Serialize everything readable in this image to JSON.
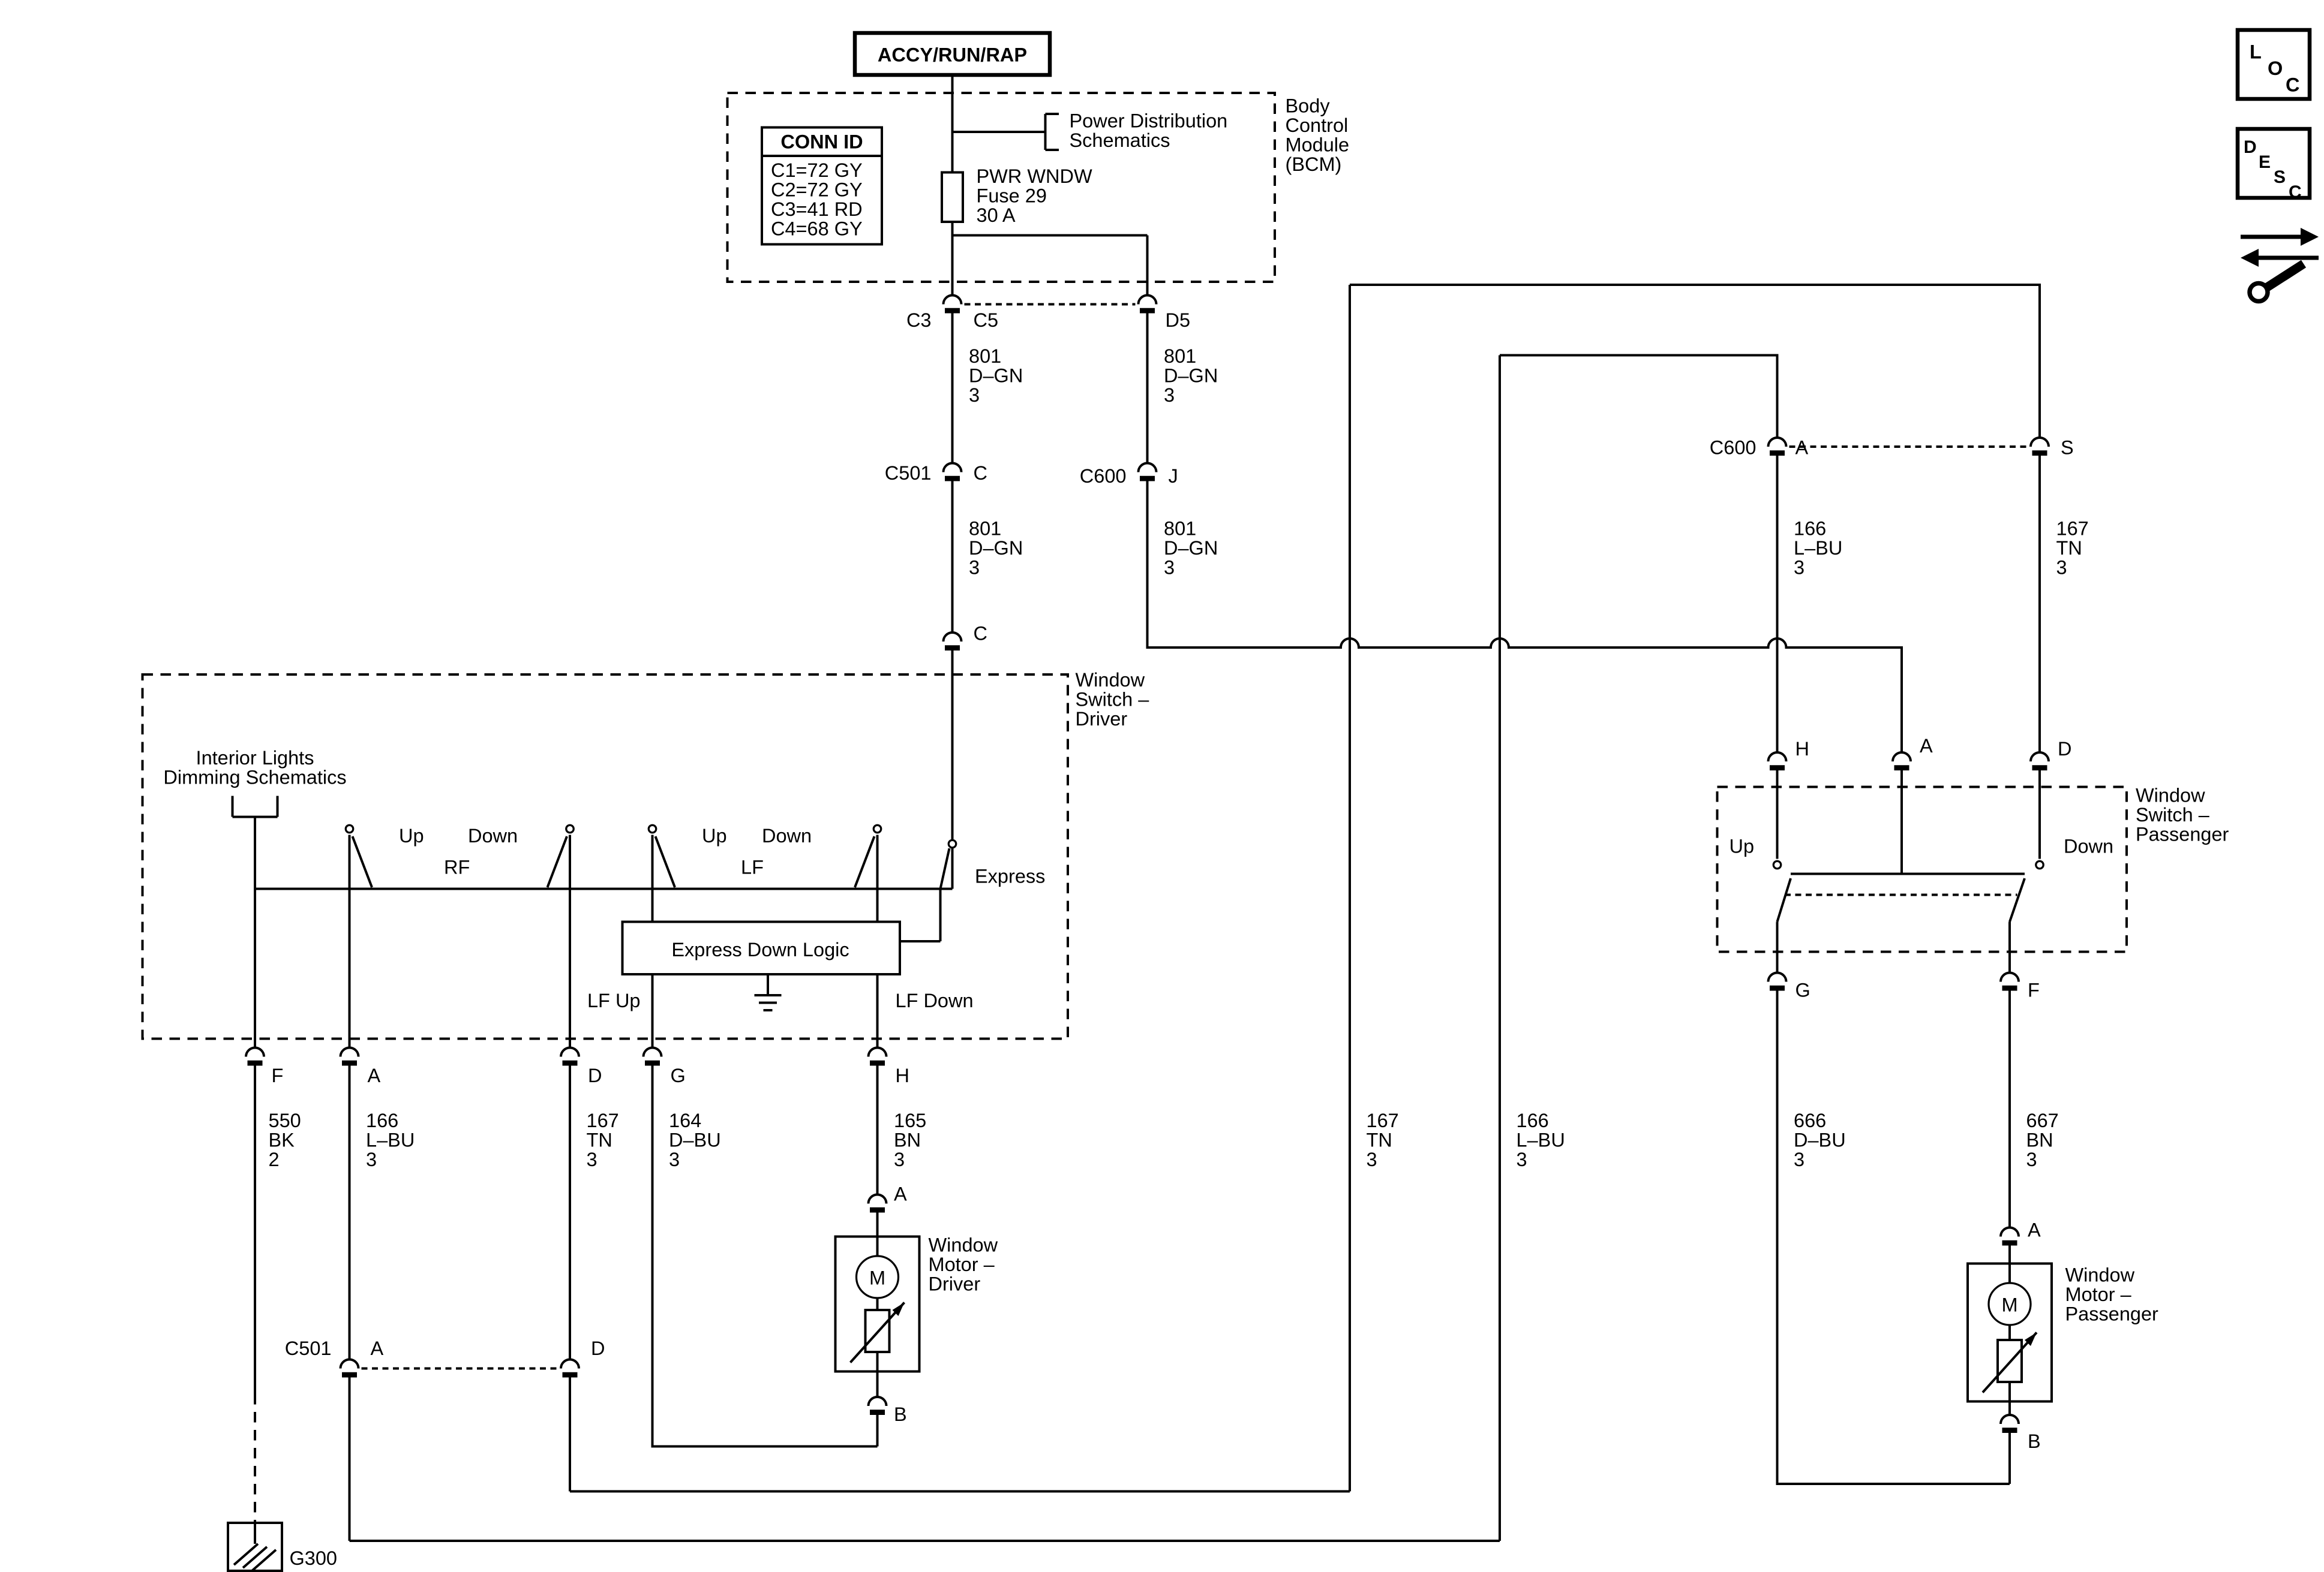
{
  "power": {
    "source_label": "ACCY/RUN/RAP"
  },
  "bcm": {
    "name_lines": [
      "Body",
      "Control",
      "Module",
      "(BCM)"
    ],
    "conn_id_title": "CONN ID",
    "conn_id_rows": [
      "C1=72 GY",
      "C2=72 GY",
      "C3=41 RD",
      "C4=68 GY"
    ],
    "ref_lines": [
      "Power Distribution",
      "Schematics"
    ],
    "fuse_lines": [
      "PWR WNDW",
      "Fuse 29",
      "30 A"
    ]
  },
  "pins": {
    "c": "C",
    "j": "J",
    "a": "A",
    "s": "S",
    "d": "D",
    "f": "F",
    "g": "G",
    "h": "H",
    "b": "B"
  },
  "connectors": {
    "c3": "C3",
    "c5": "C5",
    "d5": "D5",
    "c501": "C501",
    "c600": "C600"
  },
  "wire_labels": {
    "g801": [
      "801",
      "D–GN",
      "3"
    ],
    "bk550": [
      "550",
      "BK",
      "2"
    ],
    "lbu166": [
      "166",
      "L–BU",
      "3"
    ],
    "tn167": [
      "167",
      "TN",
      "3"
    ],
    "dbu164": [
      "164",
      "D–BU",
      "3"
    ],
    "bn165": [
      "165",
      "BN",
      "3"
    ],
    "dbu666": [
      "666",
      "D–BU",
      "3"
    ],
    "bn667": [
      "667",
      "BN",
      "3"
    ]
  },
  "driver_switch": {
    "title_lines": [
      "Window",
      "Switch –",
      "Driver"
    ],
    "ref_lines": [
      "Interior Lights",
      "Dimming Schematics"
    ],
    "up": "Up",
    "down": "Down",
    "rf": "RF",
    "lf": "LF",
    "express": "Express",
    "logic_label": "Express Down Logic",
    "lf_up": "LF Up",
    "lf_down": "LF Down"
  },
  "passenger_switch": {
    "title_lines": [
      "Window",
      "Switch –",
      "Passenger"
    ],
    "up": "Up",
    "down": "Down"
  },
  "driver_motor": {
    "title_lines": [
      "Window",
      "Motor –",
      "Driver"
    ],
    "m": "M"
  },
  "passenger_motor": {
    "title_lines": [
      "Window",
      "Motor –",
      "Passenger"
    ],
    "m": "M"
  },
  "grounds": {
    "g300": "G300"
  },
  "nav": {
    "loc": [
      "L",
      "O",
      "C"
    ],
    "desc": [
      "D",
      "E",
      "S",
      "C"
    ]
  }
}
